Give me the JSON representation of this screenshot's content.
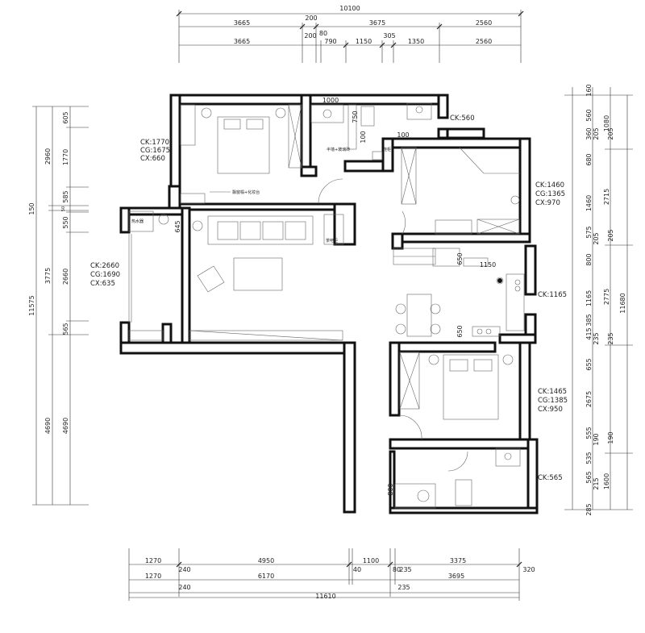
{
  "top_dims": {
    "total": "10100",
    "row1": [
      "3665",
      "200",
      "3675",
      "2560"
    ],
    "row2": [
      "3665",
      "200",
      "80",
      "790",
      "1150",
      "305",
      "1350",
      "2560"
    ]
  },
  "bottom_dims": {
    "row1": [
      "1270",
      "4950",
      "1100",
      "3375"
    ],
    "row2": [
      "1270",
      "240",
      "6170",
      "40",
      "80",
      "235",
      "3695",
      "320"
    ],
    "row3_left": "240",
    "row3_right": "235",
    "total": "11610"
  },
  "left_dims": {
    "total": "11575",
    "top_gap": "150",
    "outer": [
      "2960",
      "3775",
      "4690"
    ],
    "inner": [
      "605",
      "1770",
      "585",
      "50",
      "550",
      "2660",
      "565",
      "4690"
    ]
  },
  "right_dims": {
    "total": "11680",
    "group": [
      "1080",
      "2715",
      "2775",
      "1600"
    ],
    "seg_a": [
      "160",
      "560",
      "360",
      "205",
      "680",
      "1460",
      "575",
      "205",
      "800",
      "1165",
      "385",
      "415",
      "235",
      "655",
      "2675",
      "555",
      "190",
      "535",
      "565",
      "215",
      "285"
    ],
    "seg_b": [
      "205",
      "205",
      "235",
      "190"
    ]
  },
  "room_specs": {
    "bed1": [
      "CK:1770",
      "CG:1675",
      "CX:660"
    ],
    "kitchen": [
      "CK:1460",
      "CG:1365",
      "CX:970"
    ],
    "living": [
      "CK:2660",
      "CG:1690",
      "CX:635"
    ],
    "bed2": [
      "CK:1465",
      "CG:1385",
      "CX:950"
    ],
    "bath1": "CK:560",
    "dining": "CK:1165",
    "bath2": "CK:565"
  },
  "inner_dims": {
    "bath_w": "1000",
    "bath_v": "750",
    "step_v": "100",
    "step_h": "100",
    "living_win": "645",
    "kitchen_v": "650",
    "dining_w": "1150",
    "dining_v": "650",
    "bath2_v": "800"
  },
  "labels": {
    "window_cabinet": "飘窗榻+化妆台",
    "half_wall": "半墙+玻璃砖",
    "shoe": "鞋柜",
    "water_heater": "热水器",
    "tea_bar": "茶吧柜"
  }
}
